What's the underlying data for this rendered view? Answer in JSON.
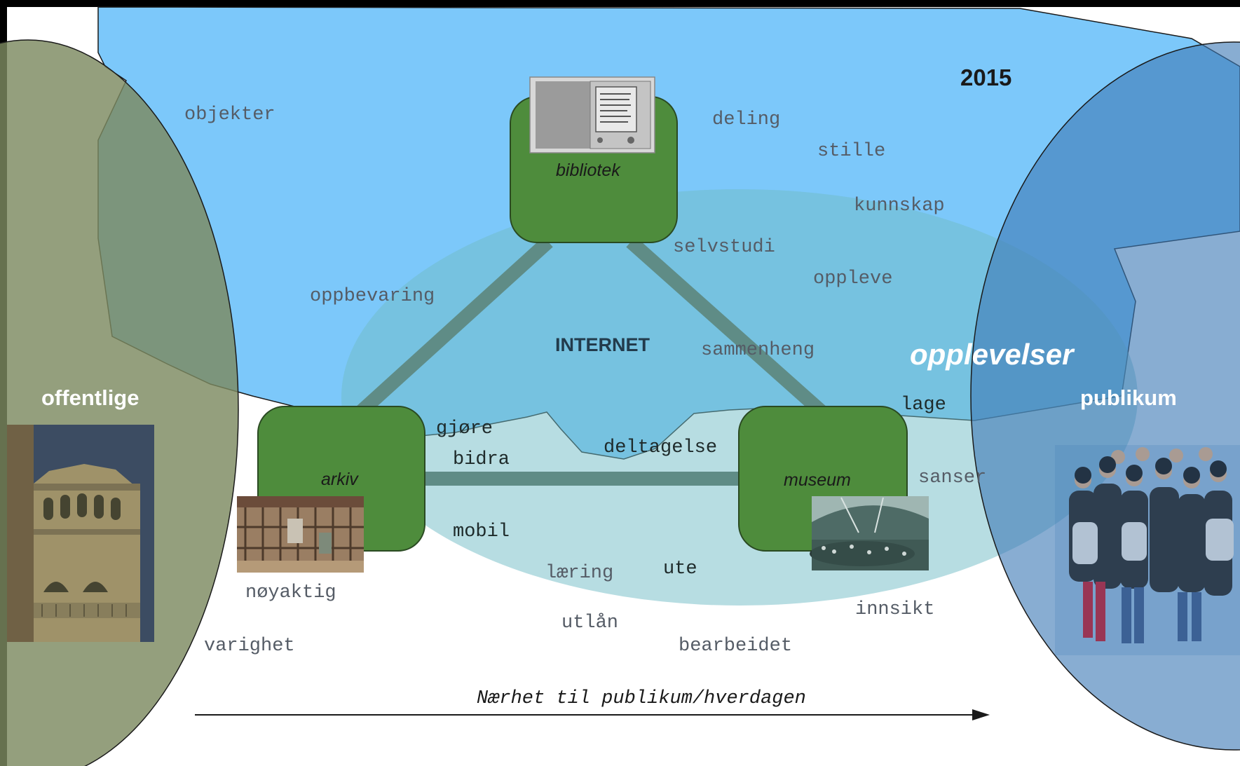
{
  "year": "2015",
  "internet_label": "INTERNET",
  "nodes": {
    "bibliotek": "bibliotek",
    "arkiv": "arkiv",
    "museum": "museum"
  },
  "sides": {
    "left": "offentlige",
    "right": "publikum",
    "experiences": "opplevelser"
  },
  "keywords": {
    "objekter": "objekter",
    "deling": "deling",
    "stille": "stille",
    "kunnskap": "kunnskap",
    "selvstudi": "selvstudi",
    "oppleve": "oppleve",
    "oppbevaring": "oppbevaring",
    "sammenheng": "sammenheng",
    "lage": "lage",
    "gjore": "gjøre",
    "bidra": "bidra",
    "deltagelse": "deltagelse",
    "sanser": "sanser",
    "mobil": "mobil",
    "laering": "læring",
    "ute": "ute",
    "noyaktig": "nøyaktig",
    "innsikt": "innsikt",
    "utlan": "utlån",
    "varighet": "varighet",
    "bearbeidet": "bearbeidet"
  },
  "axis_caption": "Nærhet til publikum/hverdagen",
  "colors": {
    "sky_blue": "#7cc8fa",
    "teal_ellipse": "#6fbcc6",
    "olive": "#8c9a76",
    "steel_blue": "#4f86b8",
    "node_green": "#4e8c3c",
    "connector": "#5f8c86"
  },
  "icons": {
    "bibliotek_image": "ebook-reader-icon",
    "arkiv_image": "archive-shelves-icon",
    "museum_image": "museum-hall-icon",
    "offentlige_image": "parliament-building-icon",
    "publikum_image": "crowd-of-people-icon"
  }
}
